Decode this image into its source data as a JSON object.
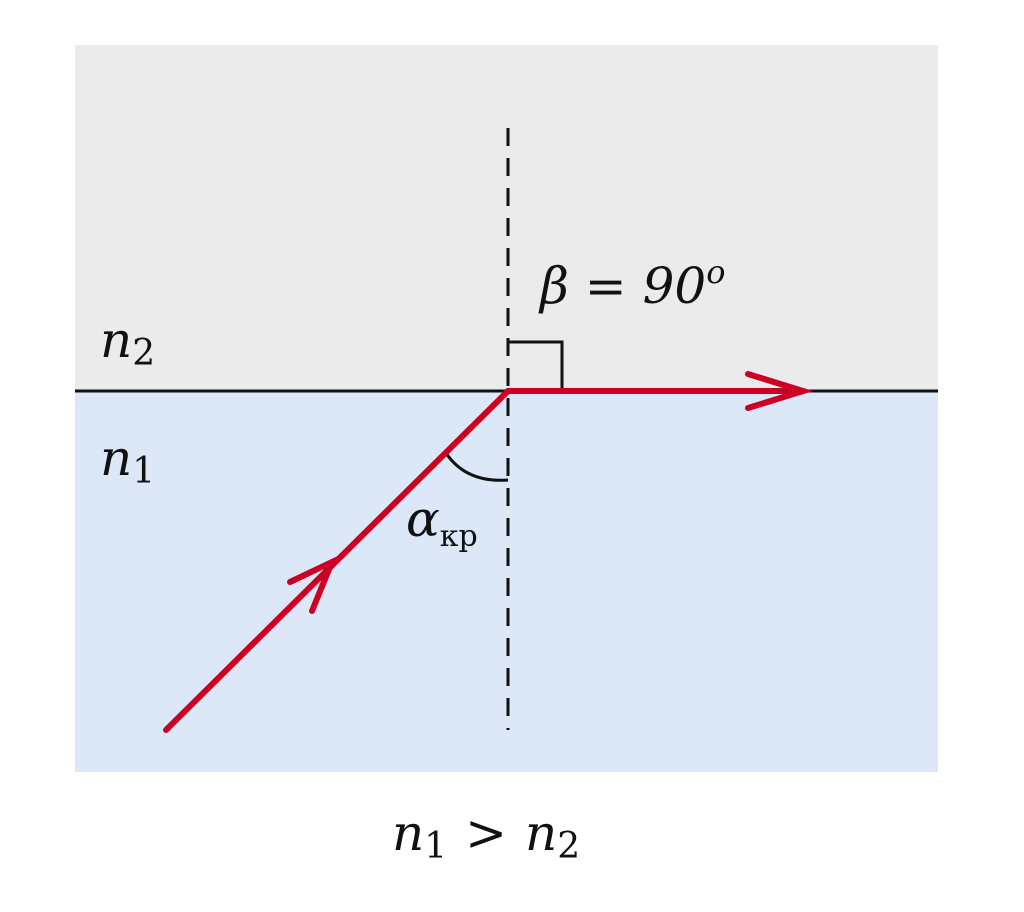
{
  "diagram": {
    "colors": {
      "upper_medium": "#ebebeb",
      "lower_medium": "#dce8f7",
      "ray": "#cc0022",
      "lines": "#111111"
    },
    "labels": {
      "n2_symbol": "n",
      "n2_subscript": "2",
      "n1_symbol": "n",
      "n1_subscript": "1",
      "beta_label": "β = 90",
      "beta_superscript": "o",
      "alpha_symbol": "α",
      "alpha_subscript": "кр",
      "condition_left_symbol": "n",
      "condition_left_subscript": "1",
      "condition_operator": ">",
      "condition_right_symbol": "n",
      "condition_right_subscript": "2"
    }
  }
}
